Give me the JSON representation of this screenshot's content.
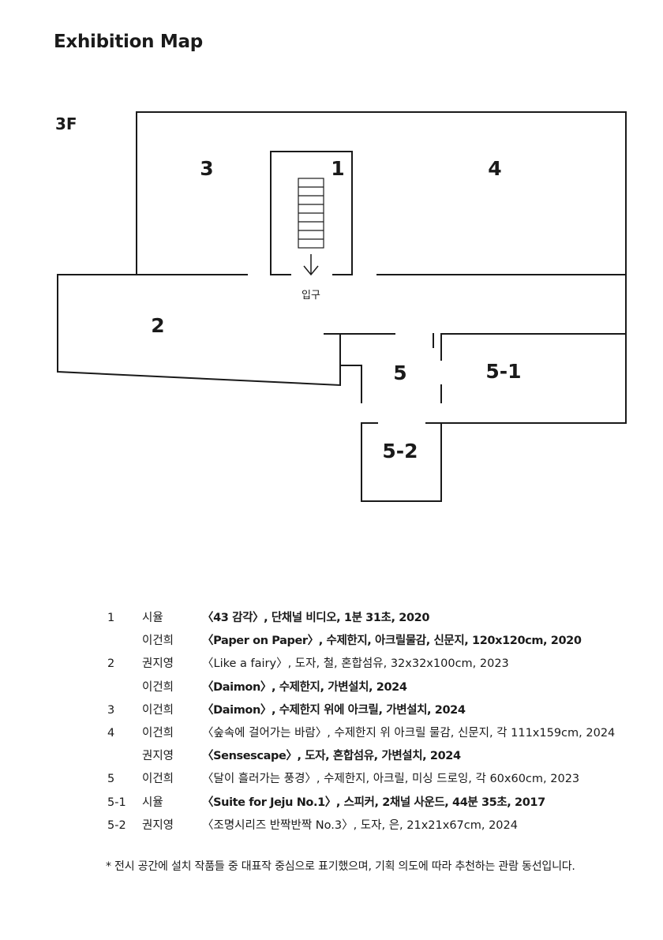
{
  "title": "Exhibition Map",
  "map": {
    "floor": "3F",
    "entrance_label": "입구",
    "rooms": [
      {
        "id": "1",
        "label": "1"
      },
      {
        "id": "2",
        "label": "2"
      },
      {
        "id": "3",
        "label": "3"
      },
      {
        "id": "4",
        "label": "4"
      },
      {
        "id": "5",
        "label": "5"
      },
      {
        "id": "5-1",
        "label": "5-1"
      },
      {
        "id": "5-2",
        "label": "5-2"
      }
    ]
  },
  "legend": [
    {
      "num": "1",
      "artist": "시율",
      "work": "〈43 감각〉, 단채널 비디오, 1분 31초, 2020",
      "bold": true
    },
    {
      "num": "",
      "artist": "이건희",
      "work": "〈Paper on Paper〉, 수제한지, 아크릴물감, 신문지, 120x120cm, 2020",
      "bold": true
    },
    {
      "num": "2",
      "artist": "권지영",
      "work": "〈Like a fairy〉, 도자, 철, 혼합섬유, 32x32x100cm, 2023",
      "bold": false
    },
    {
      "num": "",
      "artist": "이건희",
      "work": "〈Daimon〉, 수제한지, 가변설치, 2024",
      "bold": true
    },
    {
      "num": "3",
      "artist": "이건희",
      "work": "〈Daimon〉, 수제한지 위에 아크릴, 가변설치, 2024",
      "bold": true
    },
    {
      "num": "4",
      "artist": "이건희",
      "work": "〈숲속에 걸어가는 바람〉, 수제한지 위 아크릴 물감, 신문지,  각 111x159cm, 2024",
      "bold": false
    },
    {
      "num": "",
      "artist": "권지영",
      "work": "〈Sensescape〉, 도자, 혼합섬유, 가변설치, 2024",
      "bold": true
    },
    {
      "num": "5",
      "artist": "이건희",
      "work": "〈달이 흘러가는 풍경〉, 수제한지, 아크릴, 미싱 드로잉, 각 60x60cm, 2023",
      "bold": false
    },
    {
      "num": "5-1",
      "artist": "시율",
      "work": "〈Suite for Jeju No.1〉, 스피커, 2채널 사운드, 44분 35초, 2017",
      "bold": true
    },
    {
      "num": "5-2",
      "artist": "권지영",
      "work": "〈조명시리즈 반짝반짝 No.3〉, 도자, 은, 21x21x67cm, 2024",
      "bold": false
    }
  ],
  "footnote": "* 전시 공간에 설치 작품들 중 대표작 중심으로 표기했으며, 기획 의도에 따라 추천하는 관람 동선입니다."
}
